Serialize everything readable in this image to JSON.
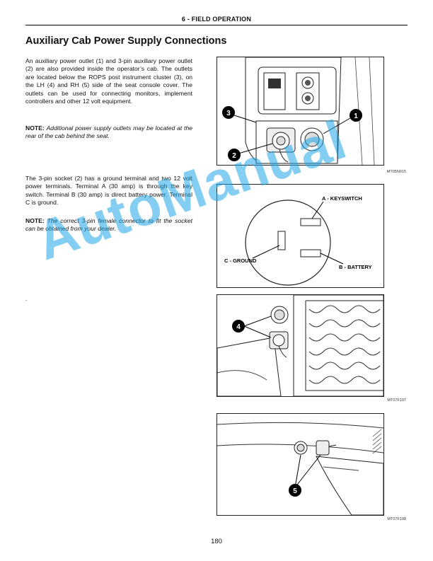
{
  "header": "6 - FIELD OPERATION",
  "title": "Auxiliary Cab Power Supply Connections",
  "para1": "An auxiliary power outlet (1) and 3-pin auxiliary power outlet (2) are also provided inside the operator’s cab. The outlets are located below the ROPS post instrument cluster (3), on the LH (4) and RH (5) side of the seat console cover. The outlets can be used for connecting monitors, implement controllers and other 12 volt equipment.",
  "note1_label": "NOTE:",
  "note1_text": "Additional power supply outlets may be located at the rear of the cab behind the seat.",
  "para2": "The 3-pin socket (2) has a ground terminal and two 12 volt power terminals. Terminal A (30 amp) is through the key switch. Terminal B (30 amp) is direct battery power. Terminal C is ground.",
  "note2_label": "NOTE:",
  "note2_text": "The correct 3-pin female connector to fit the socket can be obtained from your dealer.",
  "stray_mark": ".",
  "figures": {
    "fig1": {
      "caption": "MT05N015",
      "callouts": [
        "3",
        "1",
        "2"
      ]
    },
    "fig2": {
      "label_a": "A - KEYSWITCH",
      "label_b": "B - BATTERY",
      "label_c": "C - GROUND"
    },
    "fig3": {
      "caption": "MT07F107",
      "callouts": [
        "4"
      ]
    },
    "fig4": {
      "caption": "MT07F108",
      "callouts": [
        "5"
      ]
    }
  },
  "page_number": "180",
  "watermark": "AutoManual"
}
